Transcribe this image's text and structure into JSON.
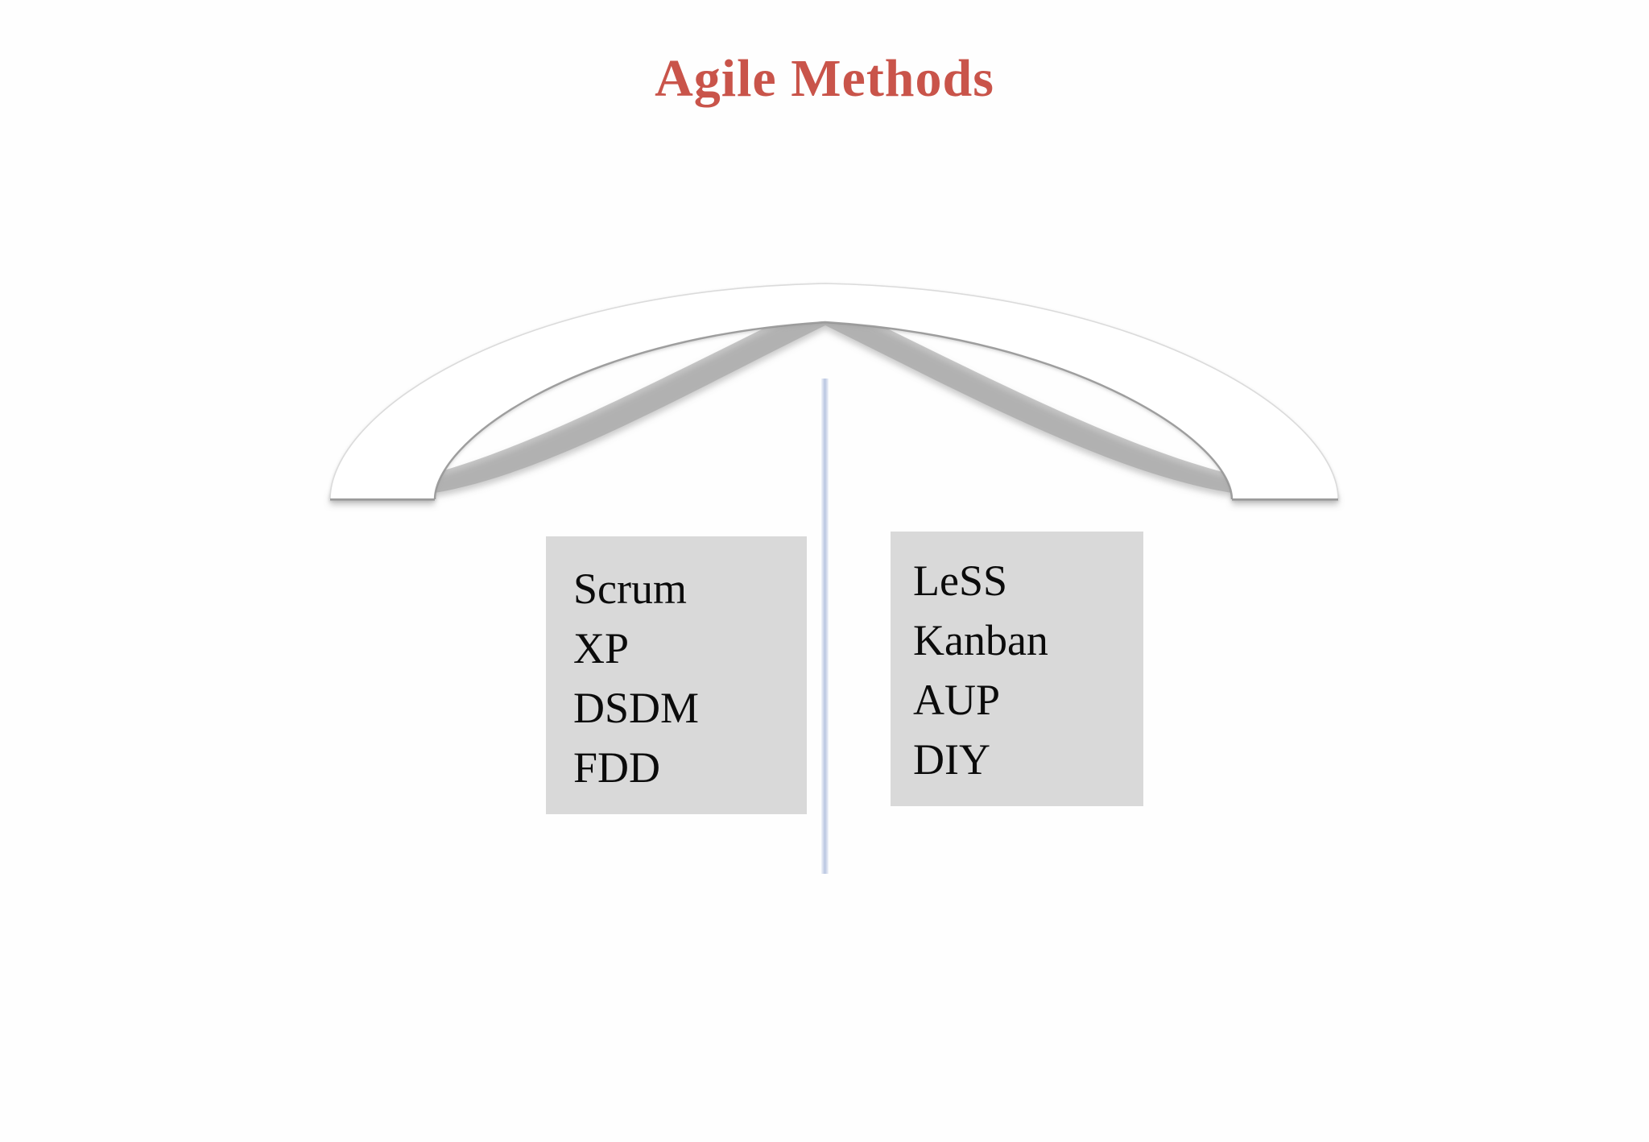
{
  "slide": {
    "title": "Agile Methods",
    "background_color": "#FEFEFE",
    "title_color": "#C9544A"
  },
  "graphic": {
    "name": "arch-bridge-shape",
    "fill_color": "#FFFFFF",
    "shadow_color": "#8C8C8C",
    "divider_color": "#B9C6E1"
  },
  "left_group": {
    "box_color": "#D9D9D9",
    "items": [
      {
        "label": "Scrum"
      },
      {
        "label": "XP"
      },
      {
        "label": "DSDM"
      },
      {
        "label": "FDD"
      }
    ]
  },
  "right_group": {
    "box_color": "#D9D9D9",
    "items": [
      {
        "label": "LeSS"
      },
      {
        "label": "Kanban"
      },
      {
        "label": "AUP"
      },
      {
        "label": "DIY"
      }
    ]
  }
}
